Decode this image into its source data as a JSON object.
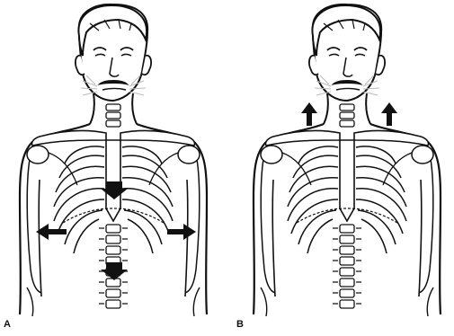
{
  "panels": [
    {
      "label": "A",
      "arrows": [
        "down",
        "left",
        "right",
        "down"
      ]
    },
    {
      "label": "B",
      "arrows": [
        "up",
        "up"
      ]
    }
  ],
  "colors": {
    "ink": "#111111",
    "background": "#ffffff"
  }
}
